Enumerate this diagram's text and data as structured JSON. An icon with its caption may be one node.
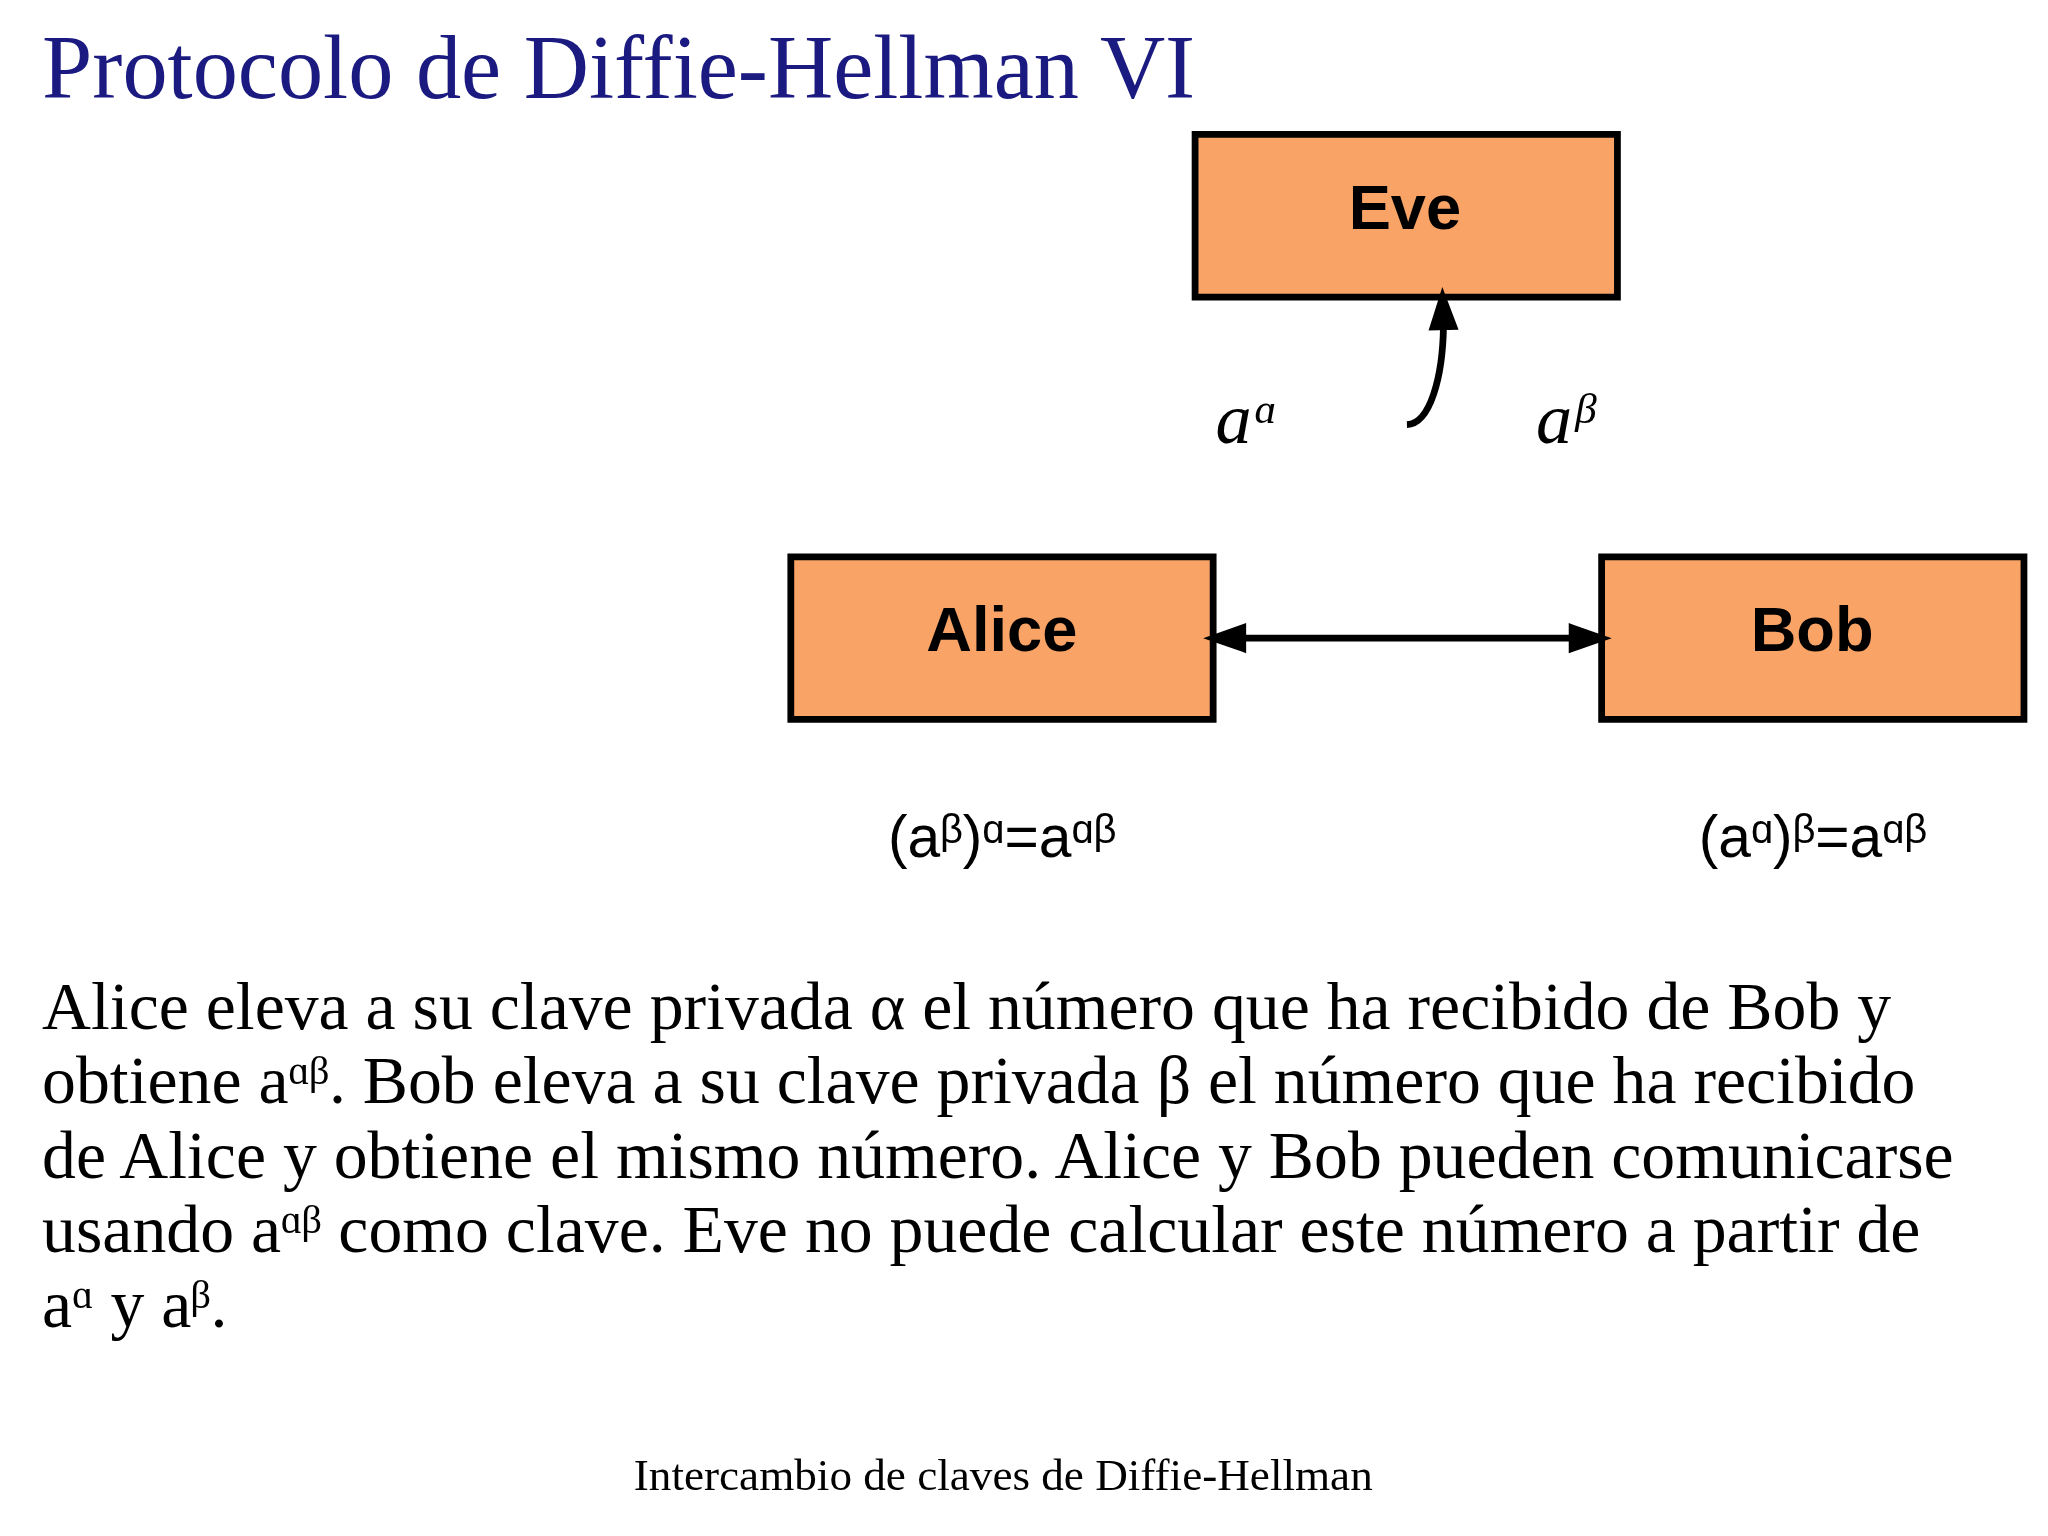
{
  "diagram": {
    "title": "Protocolo de Diffie-Hellman VI",
    "nodes": [
      {
        "text": [
          "Eve"
        ]
      },
      {
        "text": [
          "Alice"
        ],
        "beside": [
          "(aᵝ)ᵅ=aᵅᵝ"
        ]
      },
      {
        "text": [
          "Bob"
        ],
        "beside": [
          "(aᵅ)ᵝ=aᵅᵝ"
        ]
      }
    ],
    "edges": [
      {
        "from": 1,
        "to": 2,
        "arrow": "both"
      },
      {
        "from": null,
        "to": 0,
        "arrow": "to"
      }
    ],
    "labels": [
      "aᵅ",
      "aᵝ",
      "Alice eleva a su clave privada α el número que ha recibido de Bob y obtiene aᵅᵝ. Bob eleva a su clave privada β el número que ha recibido de Alice y obtiene el mismo número. Alice y Bob pueden comunicarse usando aᵅᵝ como clave. Eve no puede calcular este número a partir de aᵅ y aᵝ.",
      "Intercambio de claves de Diffie-Hellman"
    ]
  }
}
